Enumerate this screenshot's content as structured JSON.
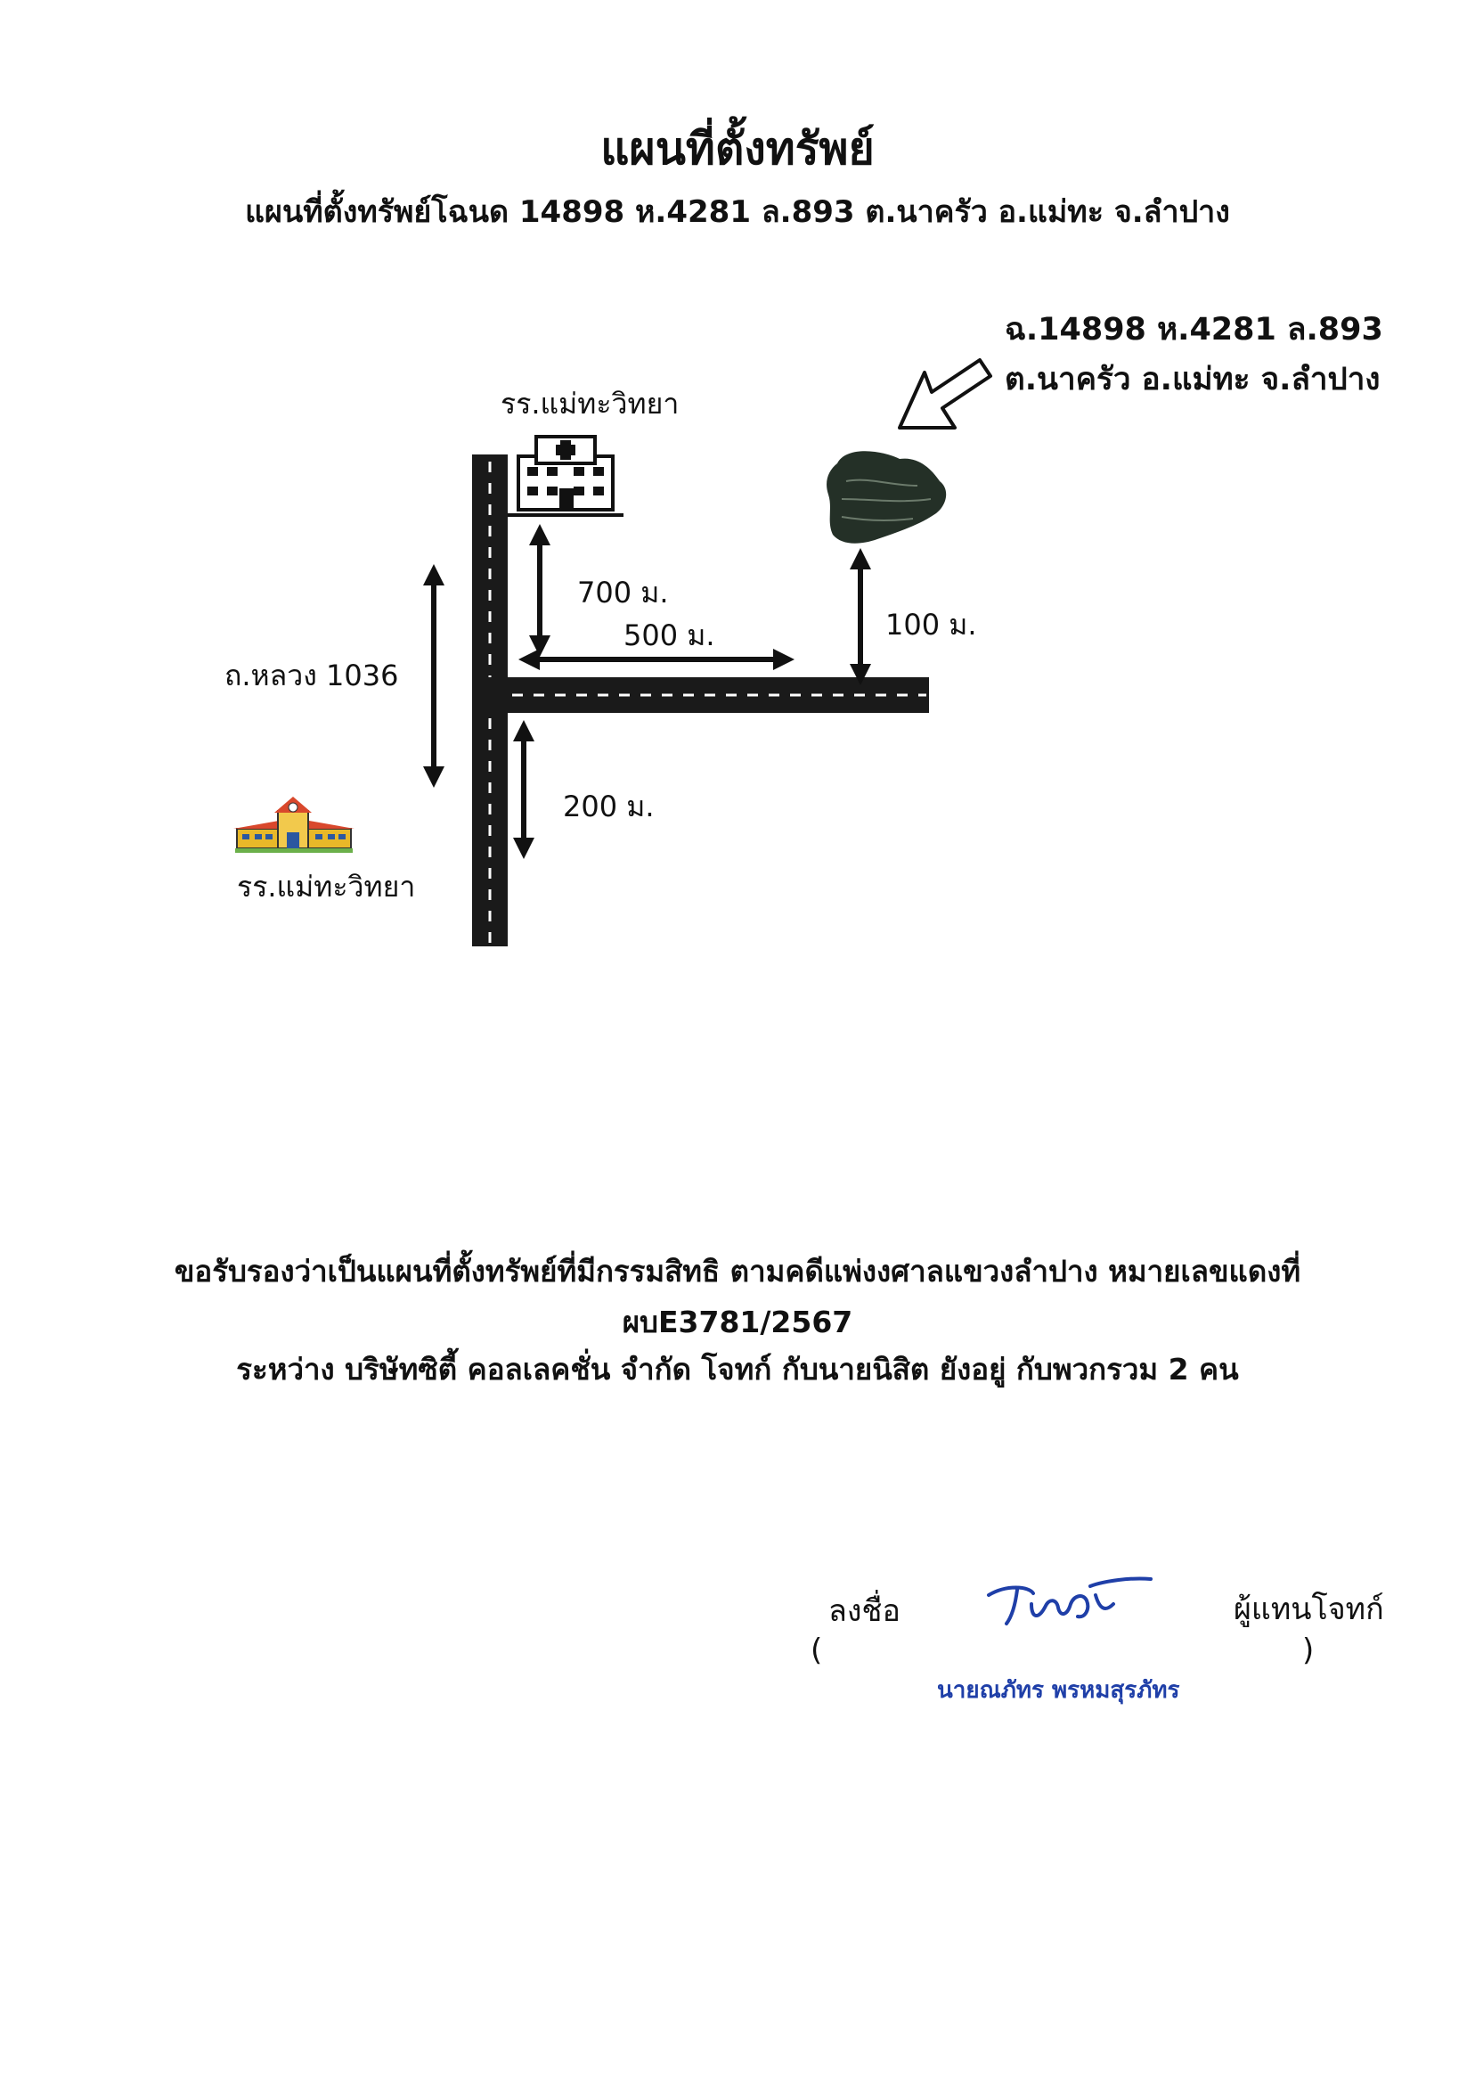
{
  "header": {
    "title": "แผนที่ตั้งทรัพย์",
    "subtitle": "แผนที่ตั้งทรัพย์โฉนด 14898 ห.4281 ล.893 ต.นาครัว อ.แม่ทะ จ.ลำปาง"
  },
  "map": {
    "parcel_label_line1": "ฉ.14898 ห.4281 ล.893",
    "parcel_label_line2": "ต.นาครัว อ.แม่ทะ จ.ลำปาง",
    "school_top_label": "รร.แม่ทะวิทยา",
    "school_bottom_label": "รร.แม่ทะวิทยา",
    "road_label": "ถ.หลวง 1036",
    "dist_700": "700 ม.",
    "dist_500": "500 ม.",
    "dist_100": "100 ม.",
    "dist_200": "200 ม."
  },
  "certification": {
    "line1": "ขอรับรองว่าเป็นแผนที่ตั้งทรัพย์ที่มีกรรมสิทธิ ตามคดีแพ่งงศาลแขวงลำปาง หมายเลขแดงที่",
    "line2": "ผบE3781/2567",
    "line3": "ระหว่าง บริษัทซิตี้ คอลเลคชั่น จำกัด โจทก์ กับนายนิสิต ยังอยู่ กับพวกรวม 2 คน"
  },
  "signature": {
    "sign_label": "ลงชื่อ",
    "role": "ผู้แทนโจทก์",
    "open_paren": "(",
    "close_paren": ")",
    "name": "นายณภัทร พรหมสุรภัทร",
    "ink_color": "#1f3fa8"
  }
}
